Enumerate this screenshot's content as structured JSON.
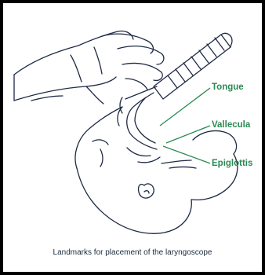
{
  "labels": {
    "tongue": "Tongue",
    "vallecula": "Vallecula",
    "epiglottis": "Epiglottis"
  },
  "caption": "Landmarks for placement of the laryngoscope",
  "colors": {
    "frame": "#000000",
    "label": "#2a8a52",
    "leader_line": "#2a8a52",
    "ink": "#1e2a44",
    "caption": "#1a2a3a"
  }
}
